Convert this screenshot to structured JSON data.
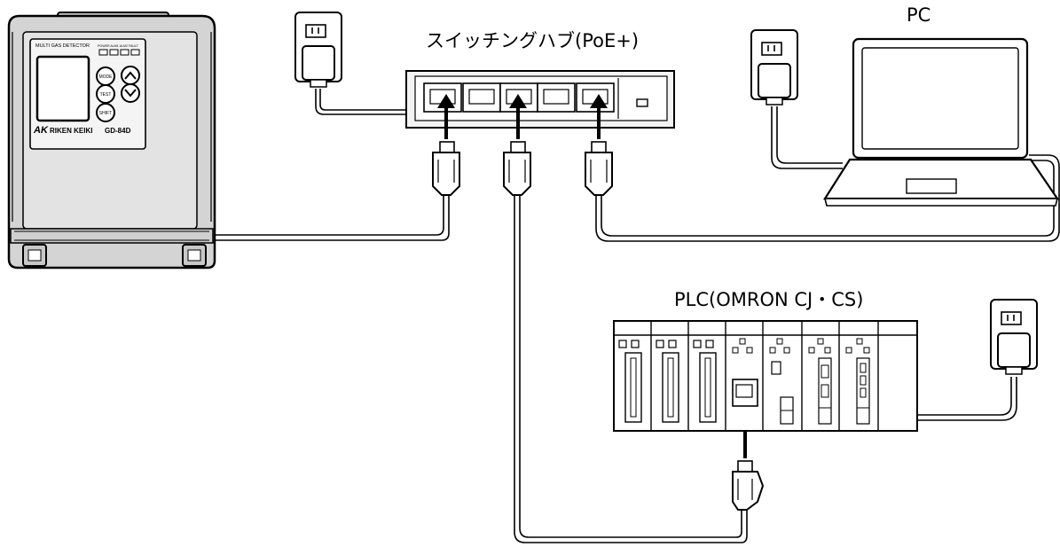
{
  "labels": {
    "switching_hub": "スイッチングハブ(PoE+)",
    "pc": "PC",
    "plc": "PLC(OMRON CJ・CS)"
  },
  "detector": {
    "header": "MULTI GAS DETECTOR",
    "indicators": "POWER ALM1 ALM2 FAULT",
    "brand": "RIKEN KEIKI",
    "model": "GD-84D",
    "buttons": {
      "mode": "MODE",
      "test": "TEST",
      "shift": "SHIFT"
    }
  },
  "colors": {
    "line": "#000000",
    "body": "#d4d4d4",
    "panel": "#f2f2f2",
    "background": "#ffffff"
  }
}
